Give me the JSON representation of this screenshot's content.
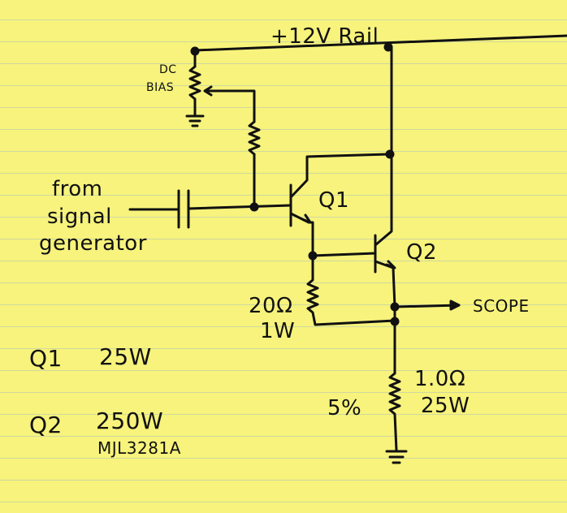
{
  "labels": {
    "rail": "+12V Rail",
    "dc_bias": "DC",
    "dc_bias2": "BIAS",
    "from1": "from",
    "from2": "signal",
    "from3": "generator",
    "q1": "Q1",
    "q2": "Q2",
    "scope": "SCOPE",
    "r20": "20Ω",
    "r20w": "1W",
    "r1": "1.0Ω",
    "r1w": "25W",
    "tol": "5%"
  },
  "notes": [
    {
      "name": "Q1",
      "value": "25W",
      "part": ""
    },
    {
      "name": "Q2",
      "value": "250W",
      "part": "MJL3281A"
    }
  ],
  "colors": {
    "paper": "#f7f37c",
    "ink": "#111111",
    "rule": "#9fb9c9"
  }
}
